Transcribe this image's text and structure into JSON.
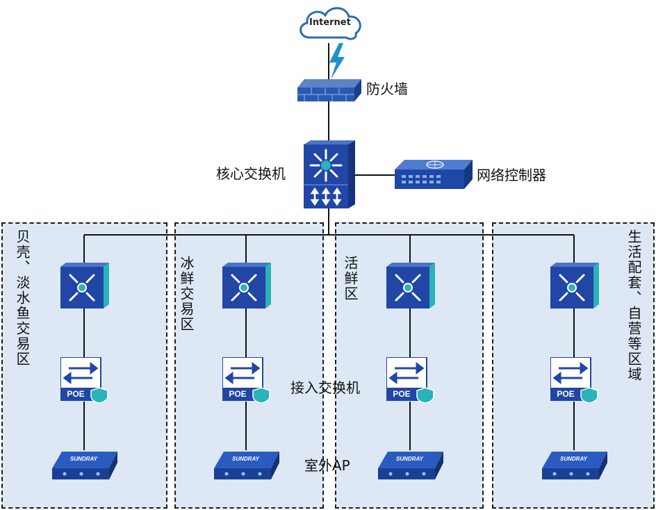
{
  "internet": {
    "label": "Internet"
  },
  "firewall": {
    "label": "防火墙"
  },
  "core_switch": {
    "label": "核心交换机"
  },
  "controller": {
    "label": "网络控制器"
  },
  "access_switch": {
    "label": "接入交换机"
  },
  "poe": {
    "label": "POE"
  },
  "outdoor_ap": {
    "label": "室外AP",
    "brand": "SUNDRAY"
  },
  "zones": [
    {
      "label": "贝壳、淡水鱼交易区"
    },
    {
      "label": "冰鲜交易区"
    },
    {
      "label": "活鲜区"
    },
    {
      "label": "生活配套、自营等区域"
    }
  ],
  "colors": {
    "zone_fill": "#dde8f4",
    "device_blue": "#2149a8",
    "accent_teal": "#2ab3b8",
    "line": "#111111"
  }
}
